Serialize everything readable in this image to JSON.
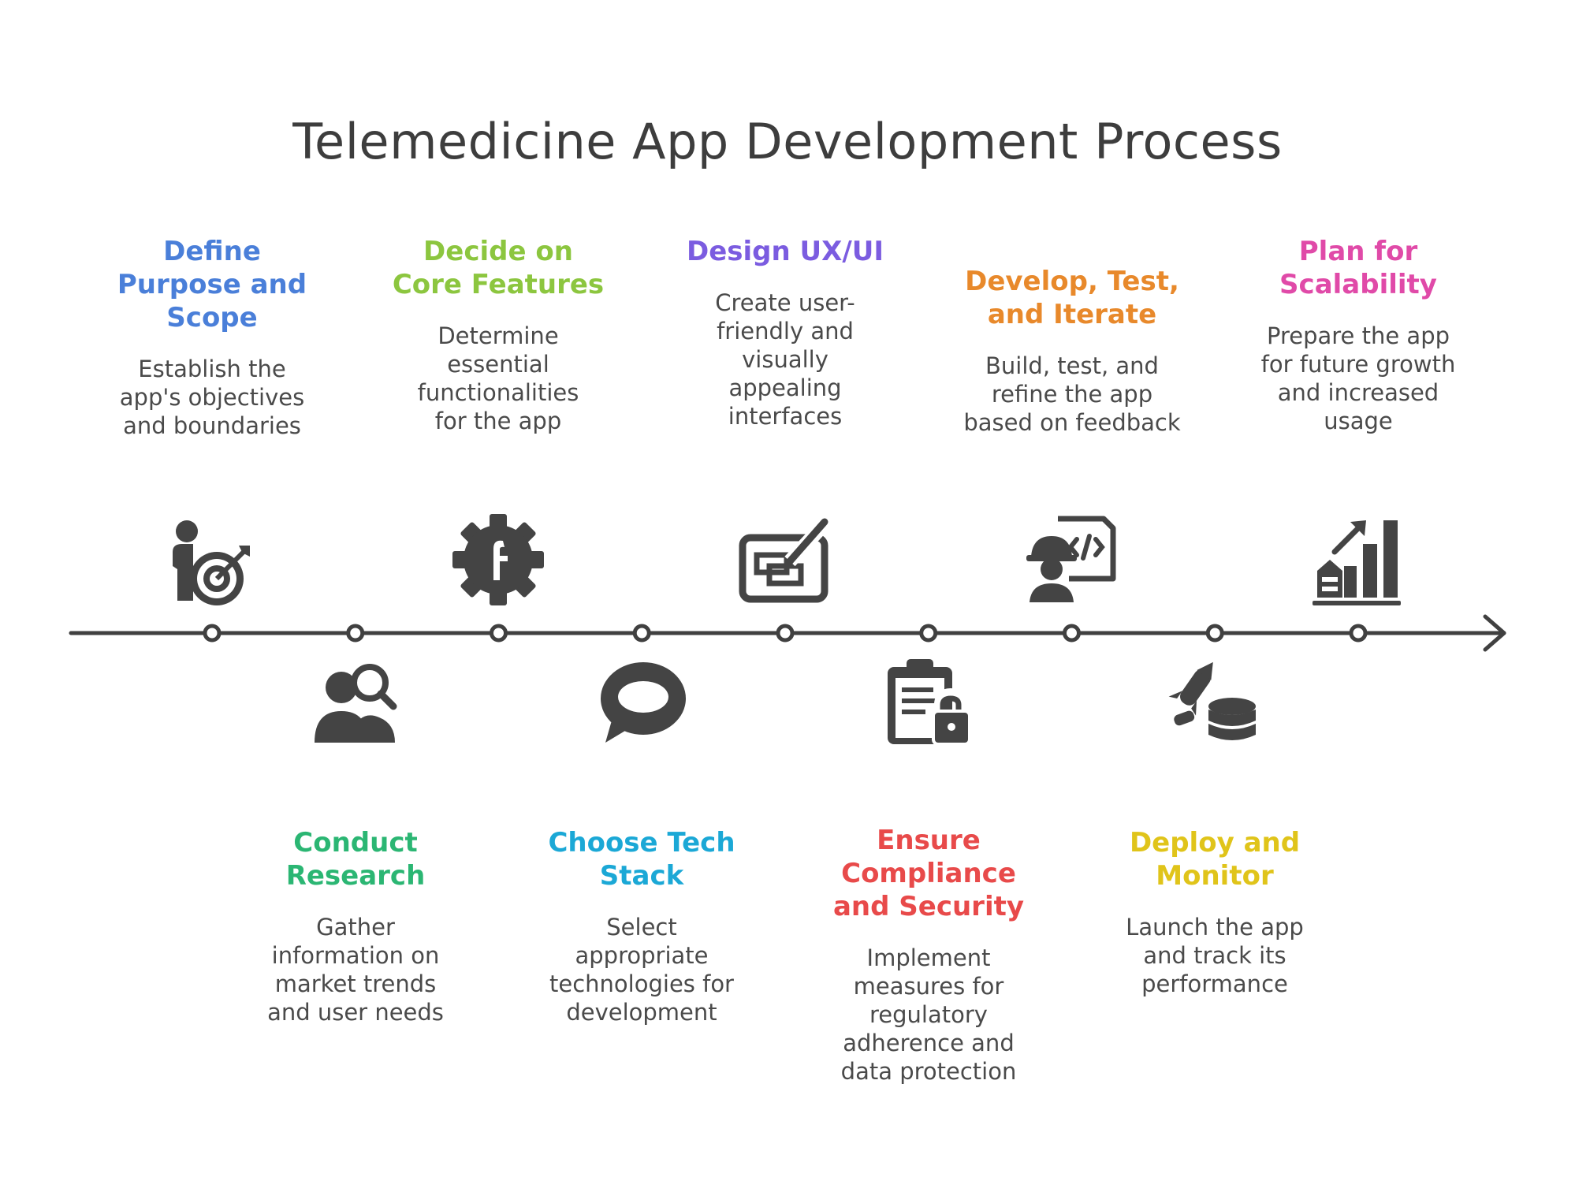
{
  "title": "Telemedicine App Development Process",
  "colors": {
    "line": "#404040",
    "icon": "#444444"
  },
  "steps": [
    {
      "title": "Define\nPurpose and\nScope",
      "description": "Establish the\napp's objectives\nand boundaries",
      "color": "#4a7fd9",
      "icon": "person-target-icon"
    },
    {
      "title": "Conduct\nResearch",
      "description": "Gather\ninformation on\nmarket trends\nand user needs",
      "color": "#2bb673",
      "icon": "people-search-icon"
    },
    {
      "title": "Decide on\nCore Features",
      "description": "Determine\nessential\nfunctionalities\nfor the app",
      "color": "#8cc63f",
      "icon": "gear-f-icon"
    },
    {
      "title": "Choose Tech\nStack",
      "description": "Select\nappropriate\ntechnologies for\ndevelopment",
      "color": "#1ba8d6",
      "icon": "speech-bubble-icon"
    },
    {
      "title": "Design UX/UI",
      "description": "Create user-\nfriendly and\nvisually\nappealing\ninterfaces",
      "color": "#7b5ce0",
      "icon": "design-pen-icon"
    },
    {
      "title": "Ensure\nCompliance\nand Security",
      "description": "Implement\nmeasures for\nregulatory\nadherence and\ndata protection",
      "color": "#e84a4a",
      "icon": "clipboard-lock-icon"
    },
    {
      "title": "Develop, Test,\nand Iterate",
      "description": "Build, test, and\nrefine the app\nbased on feedback",
      "color": "#e8892b",
      "icon": "developer-code-icon"
    },
    {
      "title": "Deploy and\nMonitor",
      "description": "Launch the app\nand track its\nperformance",
      "color": "#e0c41a",
      "icon": "rocket-database-icon"
    },
    {
      "title": "Plan for\nScalability",
      "description": "Prepare the app\nfor future growth\nand increased\nusage",
      "color": "#e04aa8",
      "icon": "growth-chart-icon"
    }
  ]
}
